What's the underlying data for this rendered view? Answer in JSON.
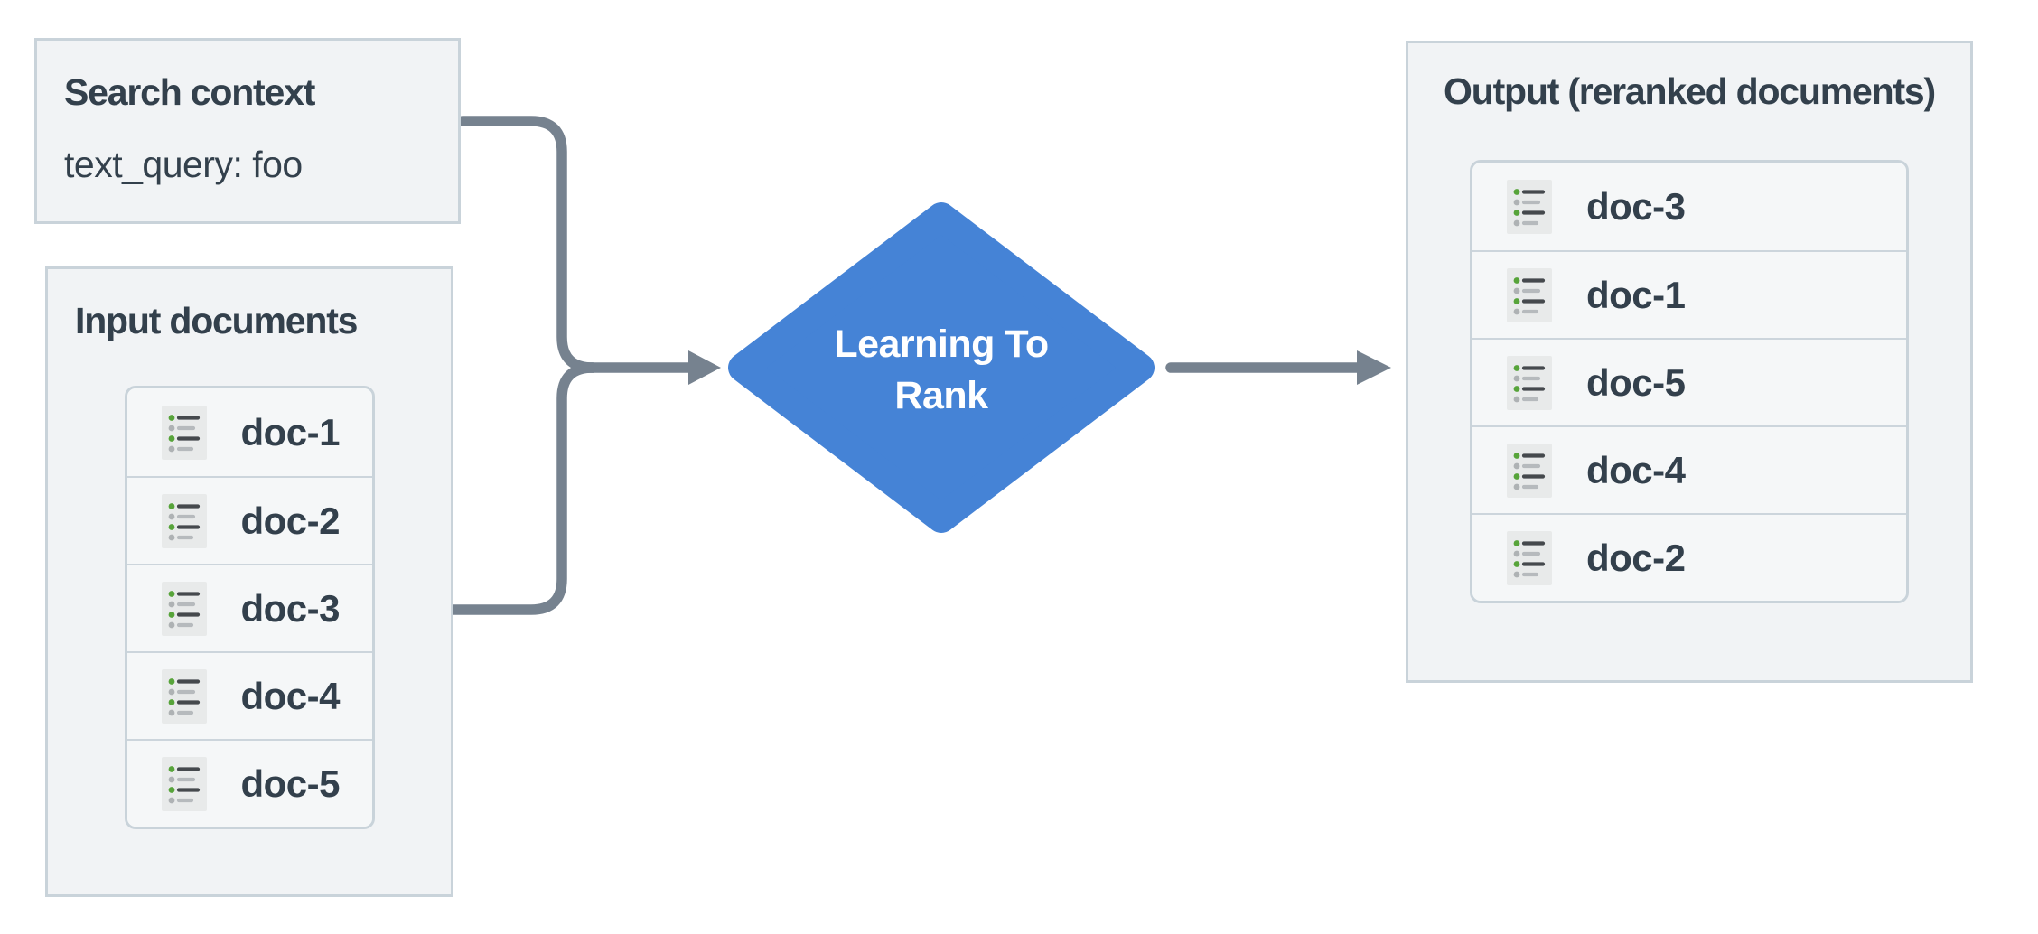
{
  "search_context": {
    "title": "Search context",
    "query": "text_query: foo"
  },
  "input_documents": {
    "title": "Input documents",
    "docs": [
      "doc-1",
      "doc-2",
      "doc-3",
      "doc-4",
      "doc-5"
    ]
  },
  "process": {
    "label": "Learning To Rank",
    "line1": "Learning To",
    "line2": "Rank"
  },
  "output": {
    "title": "Output (reranked documents)",
    "docs": [
      "doc-3",
      "doc-1",
      "doc-5",
      "doc-4",
      "doc-2"
    ]
  },
  "icons": {
    "document_row": "bulleted-list-icon"
  },
  "colors": {
    "diamond": "#4583d6",
    "diamond_text": "#ffffff",
    "arrow": "#76828f",
    "box_bg": "#f1f3f5",
    "box_border": "#c9d3da",
    "row_bg": "#f5f7f8",
    "row_border": "#c9d3da",
    "separator": "#ccd5dc",
    "text": "#33404c",
    "icon_bg": "#e8eaea",
    "icon_green": "#57a43a",
    "icon_gray_dot": "#aeb2b4",
    "icon_dark_line": "#45494d",
    "icon_gray_line": "#b6babd"
  }
}
